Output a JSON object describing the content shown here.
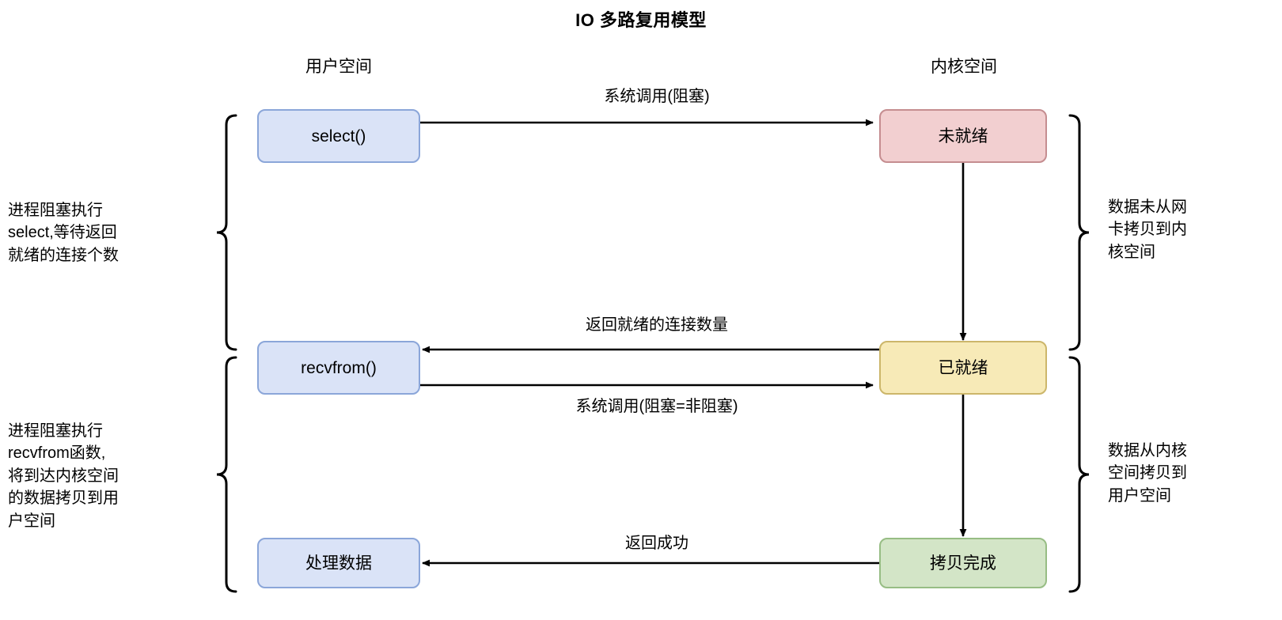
{
  "title": "IO 多路复用模型",
  "columns": {
    "user_space": "用户空间",
    "kernel_space": "内核空间"
  },
  "nodes": {
    "select": {
      "label": "select()",
      "color": "#dae3f7",
      "border": "#8ba6d9"
    },
    "recvfrom": {
      "label": "recvfrom()",
      "color": "#dae3f7",
      "border": "#8ba6d9"
    },
    "process_data": {
      "label": "处理数据",
      "color": "#dae3f7",
      "border": "#8ba6d9"
    },
    "not_ready": {
      "label": "未就绪",
      "color": "#f2cfd0",
      "border": "#c58d90"
    },
    "ready": {
      "label": "已就绪",
      "color": "#f7eab7",
      "border": "#ccb66a"
    },
    "copy_done": {
      "label": "拷贝完成",
      "color": "#d3e5c7",
      "border": "#97bd84"
    }
  },
  "edges": {
    "syscall_blocking": "系统调用(阻塞)",
    "return_ready_count": "返回就绪的连接数量",
    "syscall_blocking_nonblocking": "系统调用(阻塞=非阻塞)",
    "return_success": "返回成功"
  },
  "notes": {
    "left_top": "进程阻塞执行\nselect,等待返回\n就绪的连接个数",
    "left_bottom": "进程阻塞执行\nrecvfrom函数,\n将到达内核空间\n的数据拷贝到用\n户空间",
    "right_top": "数据未从网\n卡拷贝到内\n核空间",
    "right_bottom": "数据从内核\n空间拷贝到\n用户空间"
  }
}
